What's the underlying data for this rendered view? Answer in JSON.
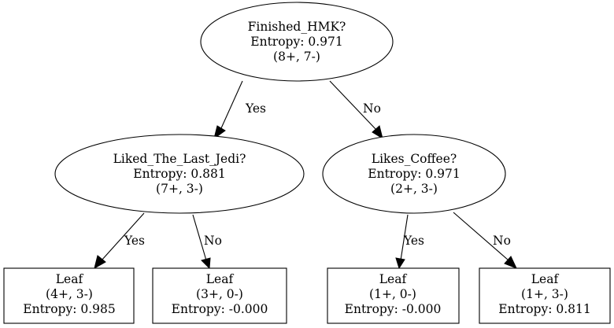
{
  "nodes": [
    {
      "id": "root",
      "lines": [
        "Finished_HMK?",
        "Entropy: 0.971",
        "(8+, 7-)"
      ]
    },
    {
      "id": "left",
      "lines": [
        "Liked_The_Last_Jedi?",
        "Entropy: 0.881",
        "(7+, 3-)"
      ]
    },
    {
      "id": "right",
      "lines": [
        "Likes_Coffee?",
        "Entropy: 0.971",
        "(2+, 3-)"
      ]
    },
    {
      "id": "leaf1",
      "lines": [
        "Leaf",
        "(4+, 3-)",
        "Entropy: 0.985"
      ]
    },
    {
      "id": "leaf2",
      "lines": [
        "Leaf",
        "(3+, 0-)",
        "Entropy: -0.000"
      ]
    },
    {
      "id": "leaf3",
      "lines": [
        "Leaf",
        "(1+, 0-)",
        "Entropy: -0.000"
      ]
    },
    {
      "id": "leaf4",
      "lines": [
        "Leaf",
        "(1+, 3-)",
        "Entropy: 0.811"
      ]
    }
  ],
  "edges": [
    {
      "from": "root",
      "to": "left",
      "label": "Yes"
    },
    {
      "from": "root",
      "to": "right",
      "label": "No"
    },
    {
      "from": "left",
      "to": "leaf1",
      "label": "Yes"
    },
    {
      "from": "left",
      "to": "leaf2",
      "label": "No"
    },
    {
      "from": "right",
      "to": "leaf3",
      "label": "Yes"
    },
    {
      "from": "right",
      "to": "leaf4",
      "label": "No"
    }
  ]
}
